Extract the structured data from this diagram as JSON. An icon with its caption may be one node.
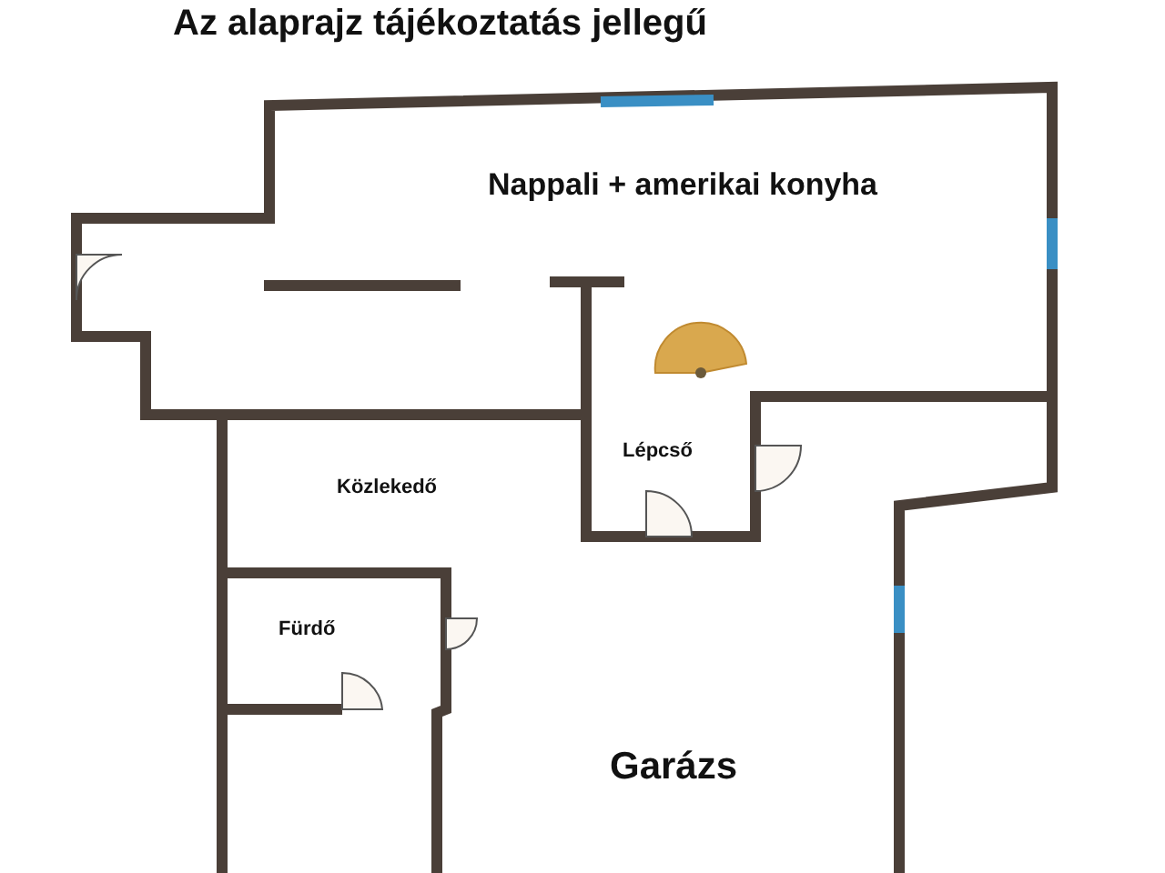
{
  "diagram": {
    "title": "Az alaprajz tájékoztatás jellegű",
    "labels": [
      "Nappali + amerikai konyha",
      "Lépcső",
      "Közlekedő",
      "Fürdő",
      "Garázs"
    ]
  }
}
